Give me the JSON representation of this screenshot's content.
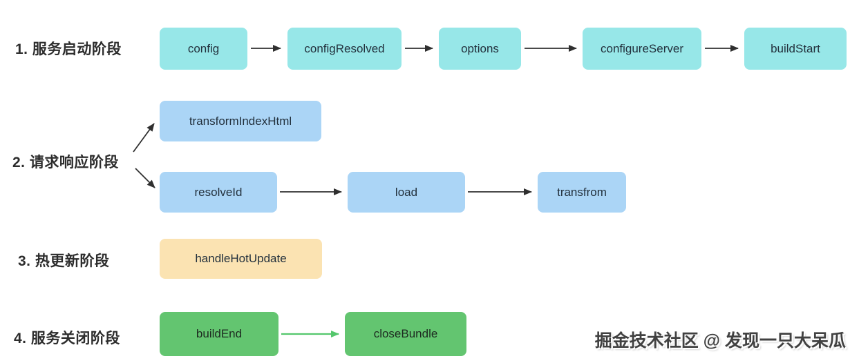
{
  "diagram": {
    "title_implicit": "Vite plugin hook lifecycle phases",
    "phases": [
      {
        "label": "1. 服务启动阶段",
        "box_color": "#97e7e8",
        "nodes": [
          {
            "id": "config",
            "label": "config"
          },
          {
            "id": "configResolved",
            "label": "configResolved"
          },
          {
            "id": "options",
            "label": "options"
          },
          {
            "id": "configureServer",
            "label": "configureServer"
          },
          {
            "id": "buildStart",
            "label": "buildStart"
          }
        ],
        "flow": "config -> configResolved -> options -> configureServer -> buildStart"
      },
      {
        "label": "2. 请求响应阶段",
        "box_color": "#abd5f6",
        "nodes": [
          {
            "id": "transformIndexHtml",
            "label": "transformIndexHtml"
          },
          {
            "id": "resolveId",
            "label": "resolveId"
          },
          {
            "id": "load",
            "label": "load"
          },
          {
            "id": "transfrom",
            "label": "transfrom"
          }
        ],
        "flow": "label branches to transformIndexHtml and resolveId; resolveId -> load -> transfrom"
      },
      {
        "label": "3. 热更新阶段",
        "box_color": "#fbe3b2",
        "nodes": [
          {
            "id": "handleHotUpdate",
            "label": "handleHotUpdate"
          }
        ],
        "flow": "handleHotUpdate"
      },
      {
        "label": "4. 服务关闭阶段",
        "box_color": "#63c570",
        "nodes": [
          {
            "id": "buildEnd",
            "label": "buildEnd"
          },
          {
            "id": "closeBundle",
            "label": "closeBundle"
          }
        ],
        "flow": "buildEnd -> closeBundle"
      }
    ],
    "colors": {
      "arrow_dark": "#2f2f2f",
      "arrow_green": "#54c76c",
      "background": "#ffffff",
      "label_text": "#2d2d2d",
      "node_text": "#22303c"
    }
  },
  "watermark": {
    "text": "掘金技术社区 @ 发现一只大呆瓜"
  }
}
